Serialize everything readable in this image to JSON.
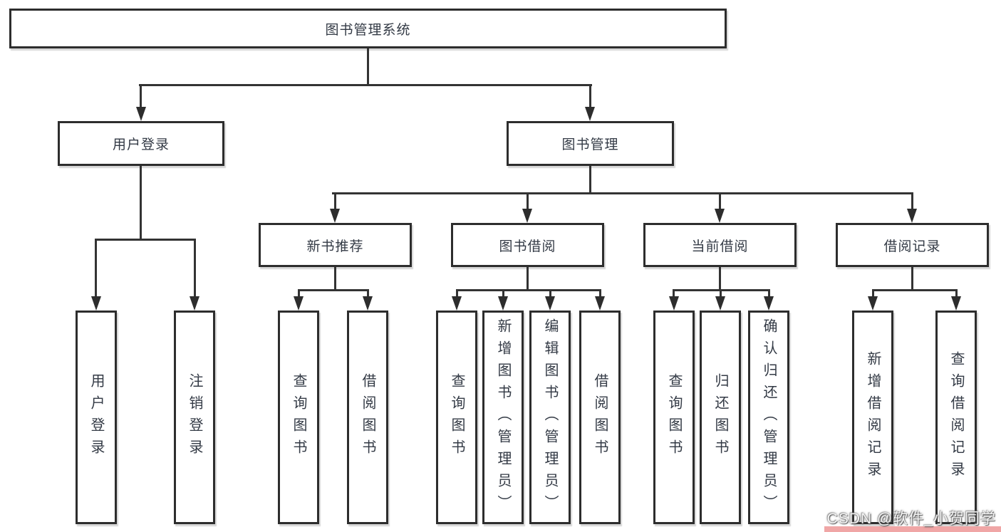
{
  "diagram": {
    "root": {
      "label": "图书管理系统"
    },
    "branches": [
      {
        "label": "用户登录",
        "children": [
          {
            "label": "用户登录"
          },
          {
            "label": "注销登录"
          }
        ]
      },
      {
        "label": "图书管理",
        "children": [
          {
            "label": "新书推荐",
            "children": [
              {
                "label": "查询图书"
              },
              {
                "label": "借阅图书"
              }
            ]
          },
          {
            "label": "图书借阅",
            "children": [
              {
                "label": "查询图书"
              },
              {
                "label": "新增图书（管理员）"
              },
              {
                "label": "编辑图书（管理员）"
              },
              {
                "label": "借阅图书"
              }
            ]
          },
          {
            "label": "当前借阅",
            "children": [
              {
                "label": "查询图书"
              },
              {
                "label": "归还图书"
              },
              {
                "label": "确认归还（管理员）"
              }
            ]
          },
          {
            "label": "借阅记录",
            "children": [
              {
                "label": "新增借阅记录"
              },
              {
                "label": "查询借阅记录"
              }
            ]
          }
        ]
      }
    ]
  },
  "watermark": {
    "text": "CSDN @软件_小贺同学",
    "strip_color": "#f0a6a6"
  },
  "colors": {
    "background": "#ffffff",
    "line": "#333333",
    "box_border": "#2d2d2d",
    "text": "#333a45",
    "watermark_text": "#ffffff"
  }
}
